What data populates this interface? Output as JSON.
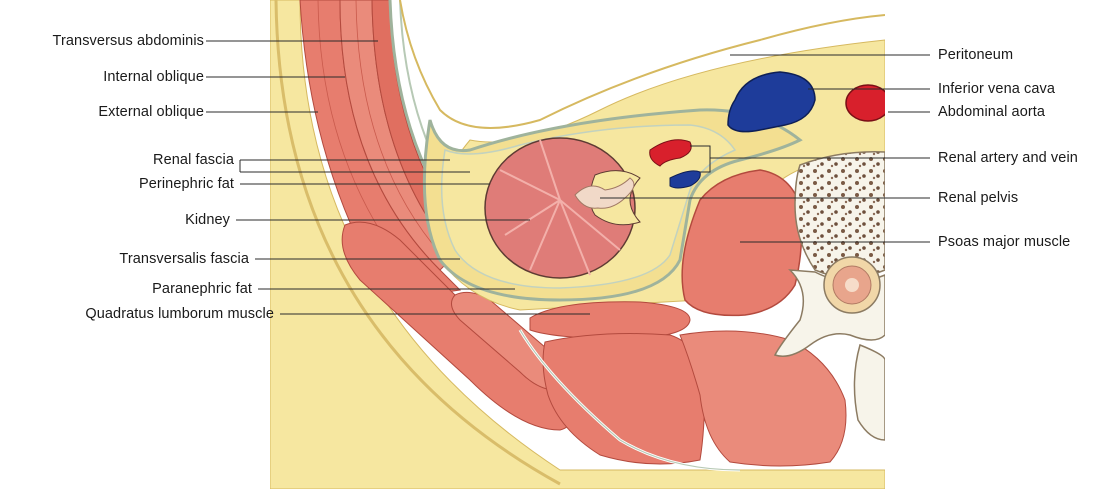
{
  "diagram": {
    "labels_left": [
      {
        "id": "transversus-abdominis",
        "text": "Transversus abdominis"
      },
      {
        "id": "internal-oblique",
        "text": "Internal oblique"
      },
      {
        "id": "external-oblique",
        "text": "External oblique"
      },
      {
        "id": "renal-fascia",
        "text": "Renal fascia"
      },
      {
        "id": "perinephric-fat",
        "text": "Perinephric fat"
      },
      {
        "id": "kidney",
        "text": "Kidney"
      },
      {
        "id": "transversalis-fascia",
        "text": "Transversalis fascia"
      },
      {
        "id": "paranephric-fat",
        "text": "Paranephric fat"
      },
      {
        "id": "quadratus-lumborum",
        "text": "Quadratus lumborum muscle"
      }
    ],
    "labels_right": [
      {
        "id": "peritoneum",
        "text": "Peritoneum"
      },
      {
        "id": "inferior-vena-cava",
        "text": "Inferior vena cava"
      },
      {
        "id": "abdominal-aorta",
        "text": "Abdominal aorta"
      },
      {
        "id": "renal-artery-vein",
        "text": "Renal artery and vein"
      },
      {
        "id": "renal-pelvis",
        "text": "Renal pelvis"
      },
      {
        "id": "psoas-major",
        "text": "Psoas major muscle"
      }
    ],
    "colors": {
      "fat": "#f6e7a0",
      "fat_dark": "#ecd57e",
      "muscle": "#e77d6e",
      "muscle_light": "#f0a08f",
      "muscle_line": "#b34a3e",
      "fascia": "#b7c9b5",
      "kidney": "#df7c78",
      "ivc": "#1e3c9a",
      "aorta": "#d8202c",
      "bone": "#f7f4ea",
      "bone_spot": "#7a5a45"
    }
  }
}
